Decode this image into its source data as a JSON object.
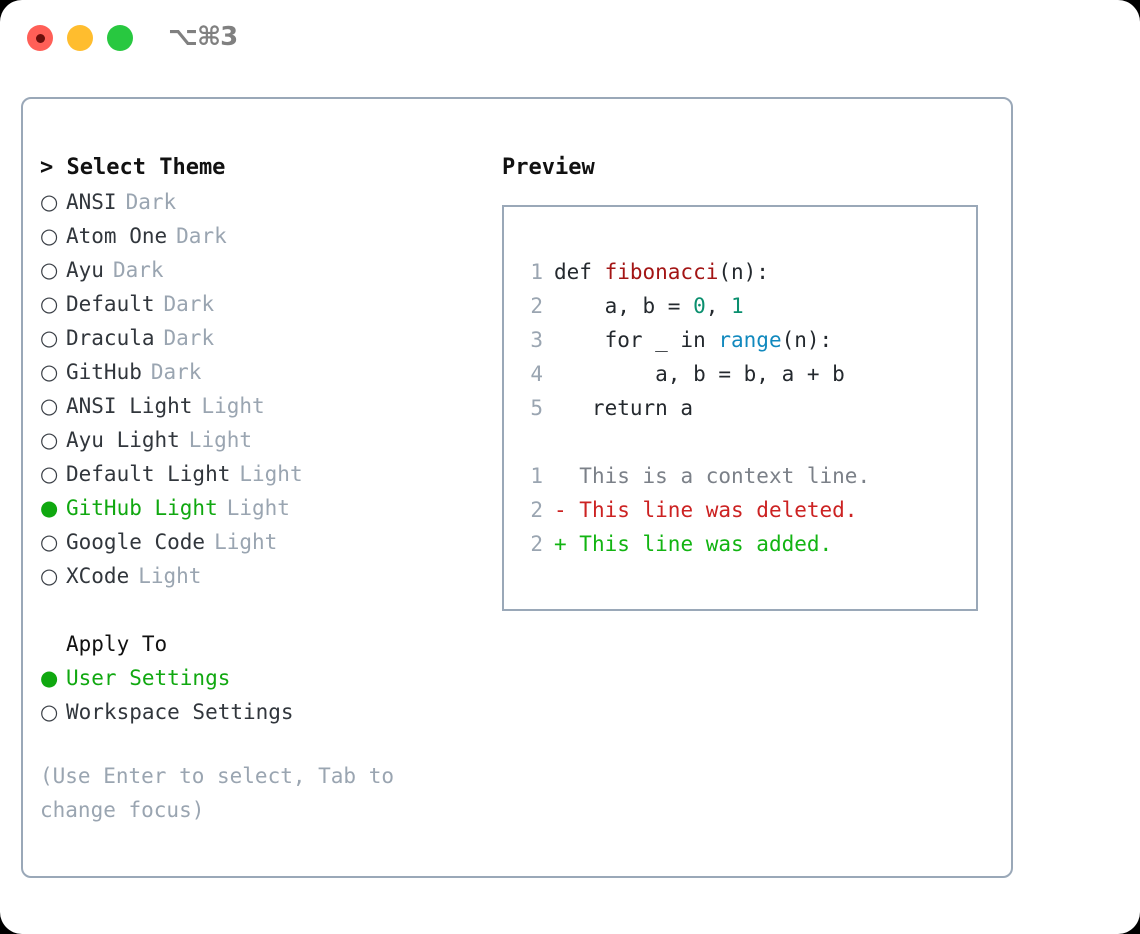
{
  "window": {
    "shortcut_label": "⌥⌘3",
    "traffic_lights": [
      {
        "name": "close",
        "color": "#ff5f57"
      },
      {
        "name": "minimize",
        "color": "#ffbd2e"
      },
      {
        "name": "maximize",
        "color": "#28c840"
      }
    ]
  },
  "theme_picker": {
    "header": "> Select Theme",
    "items": [
      {
        "bullet": "○",
        "name": "ANSI",
        "kind": "Dark",
        "selected": false
      },
      {
        "bullet": "○",
        "name": "Atom One",
        "kind": "Dark",
        "selected": false
      },
      {
        "bullet": "○",
        "name": "Ayu",
        "kind": "Dark",
        "selected": false
      },
      {
        "bullet": "○",
        "name": "Default",
        "kind": "Dark",
        "selected": false
      },
      {
        "bullet": "○",
        "name": "Dracula",
        "kind": "Dark",
        "selected": false
      },
      {
        "bullet": "○",
        "name": "GitHub",
        "kind": "Dark",
        "selected": false
      },
      {
        "bullet": "○",
        "name": "ANSI Light",
        "kind": "Light",
        "selected": false
      },
      {
        "bullet": "○",
        "name": "Ayu Light",
        "kind": "Light",
        "selected": false
      },
      {
        "bullet": "○",
        "name": "Default Light",
        "kind": "Light",
        "selected": false
      },
      {
        "bullet": "●",
        "name": "GitHub Light",
        "kind": "Light",
        "selected": true
      },
      {
        "bullet": "○",
        "name": "Google Code",
        "kind": "Light",
        "selected": false
      },
      {
        "bullet": "○",
        "name": "XCode",
        "kind": "Light",
        "selected": false
      }
    ]
  },
  "apply_to": {
    "header": "Apply To",
    "options": [
      {
        "bullet": "●",
        "label": "User Settings",
        "selected": true
      },
      {
        "bullet": "○",
        "label": "Workspace Settings",
        "selected": false
      }
    ]
  },
  "hint": "(Use Enter to select, Tab to change focus)",
  "preview": {
    "title": "Preview",
    "code_lines": [
      {
        "no": "1",
        "tokens": [
          {
            "t": "def ",
            "c": "plain"
          },
          {
            "t": "fibonacci",
            "c": "fn"
          },
          {
            "t": "(n):",
            "c": "plain"
          }
        ]
      },
      {
        "no": "2",
        "tokens": [
          {
            "t": "    a, b = ",
            "c": "plain"
          },
          {
            "t": "0",
            "c": "num"
          },
          {
            "t": ", ",
            "c": "plain"
          },
          {
            "t": "1",
            "c": "num"
          }
        ]
      },
      {
        "no": "3",
        "tokens": [
          {
            "t": "    for _ in ",
            "c": "plain"
          },
          {
            "t": "range",
            "c": "bi"
          },
          {
            "t": "(n):",
            "c": "plain"
          }
        ]
      },
      {
        "no": "4",
        "tokens": [
          {
            "t": "        a, b = b, a + b",
            "c": "plain"
          }
        ]
      },
      {
        "no": "5",
        "tokens": [
          {
            "t": "   return a",
            "c": "plain"
          }
        ]
      }
    ],
    "diff_lines": [
      {
        "no": "1",
        "marker": "  ",
        "text": "This is a context line.",
        "kind": "ctx"
      },
      {
        "no": "2",
        "marker": "- ",
        "text": "This line was deleted.",
        "kind": "del"
      },
      {
        "no": "2",
        "marker": "+ ",
        "text": "This line was added.",
        "kind": "add"
      }
    ]
  },
  "colors": {
    "accent_green": "#10a810",
    "muted": "#9aa5b1",
    "border": "#9aa8b8",
    "syntax_function": "#a31515",
    "syntax_number": "#0a8f6e",
    "syntax_builtin": "#1189be",
    "diff_deleted": "#cc2222",
    "diff_added": "#12b412",
    "diff_context": "#7b8088"
  }
}
